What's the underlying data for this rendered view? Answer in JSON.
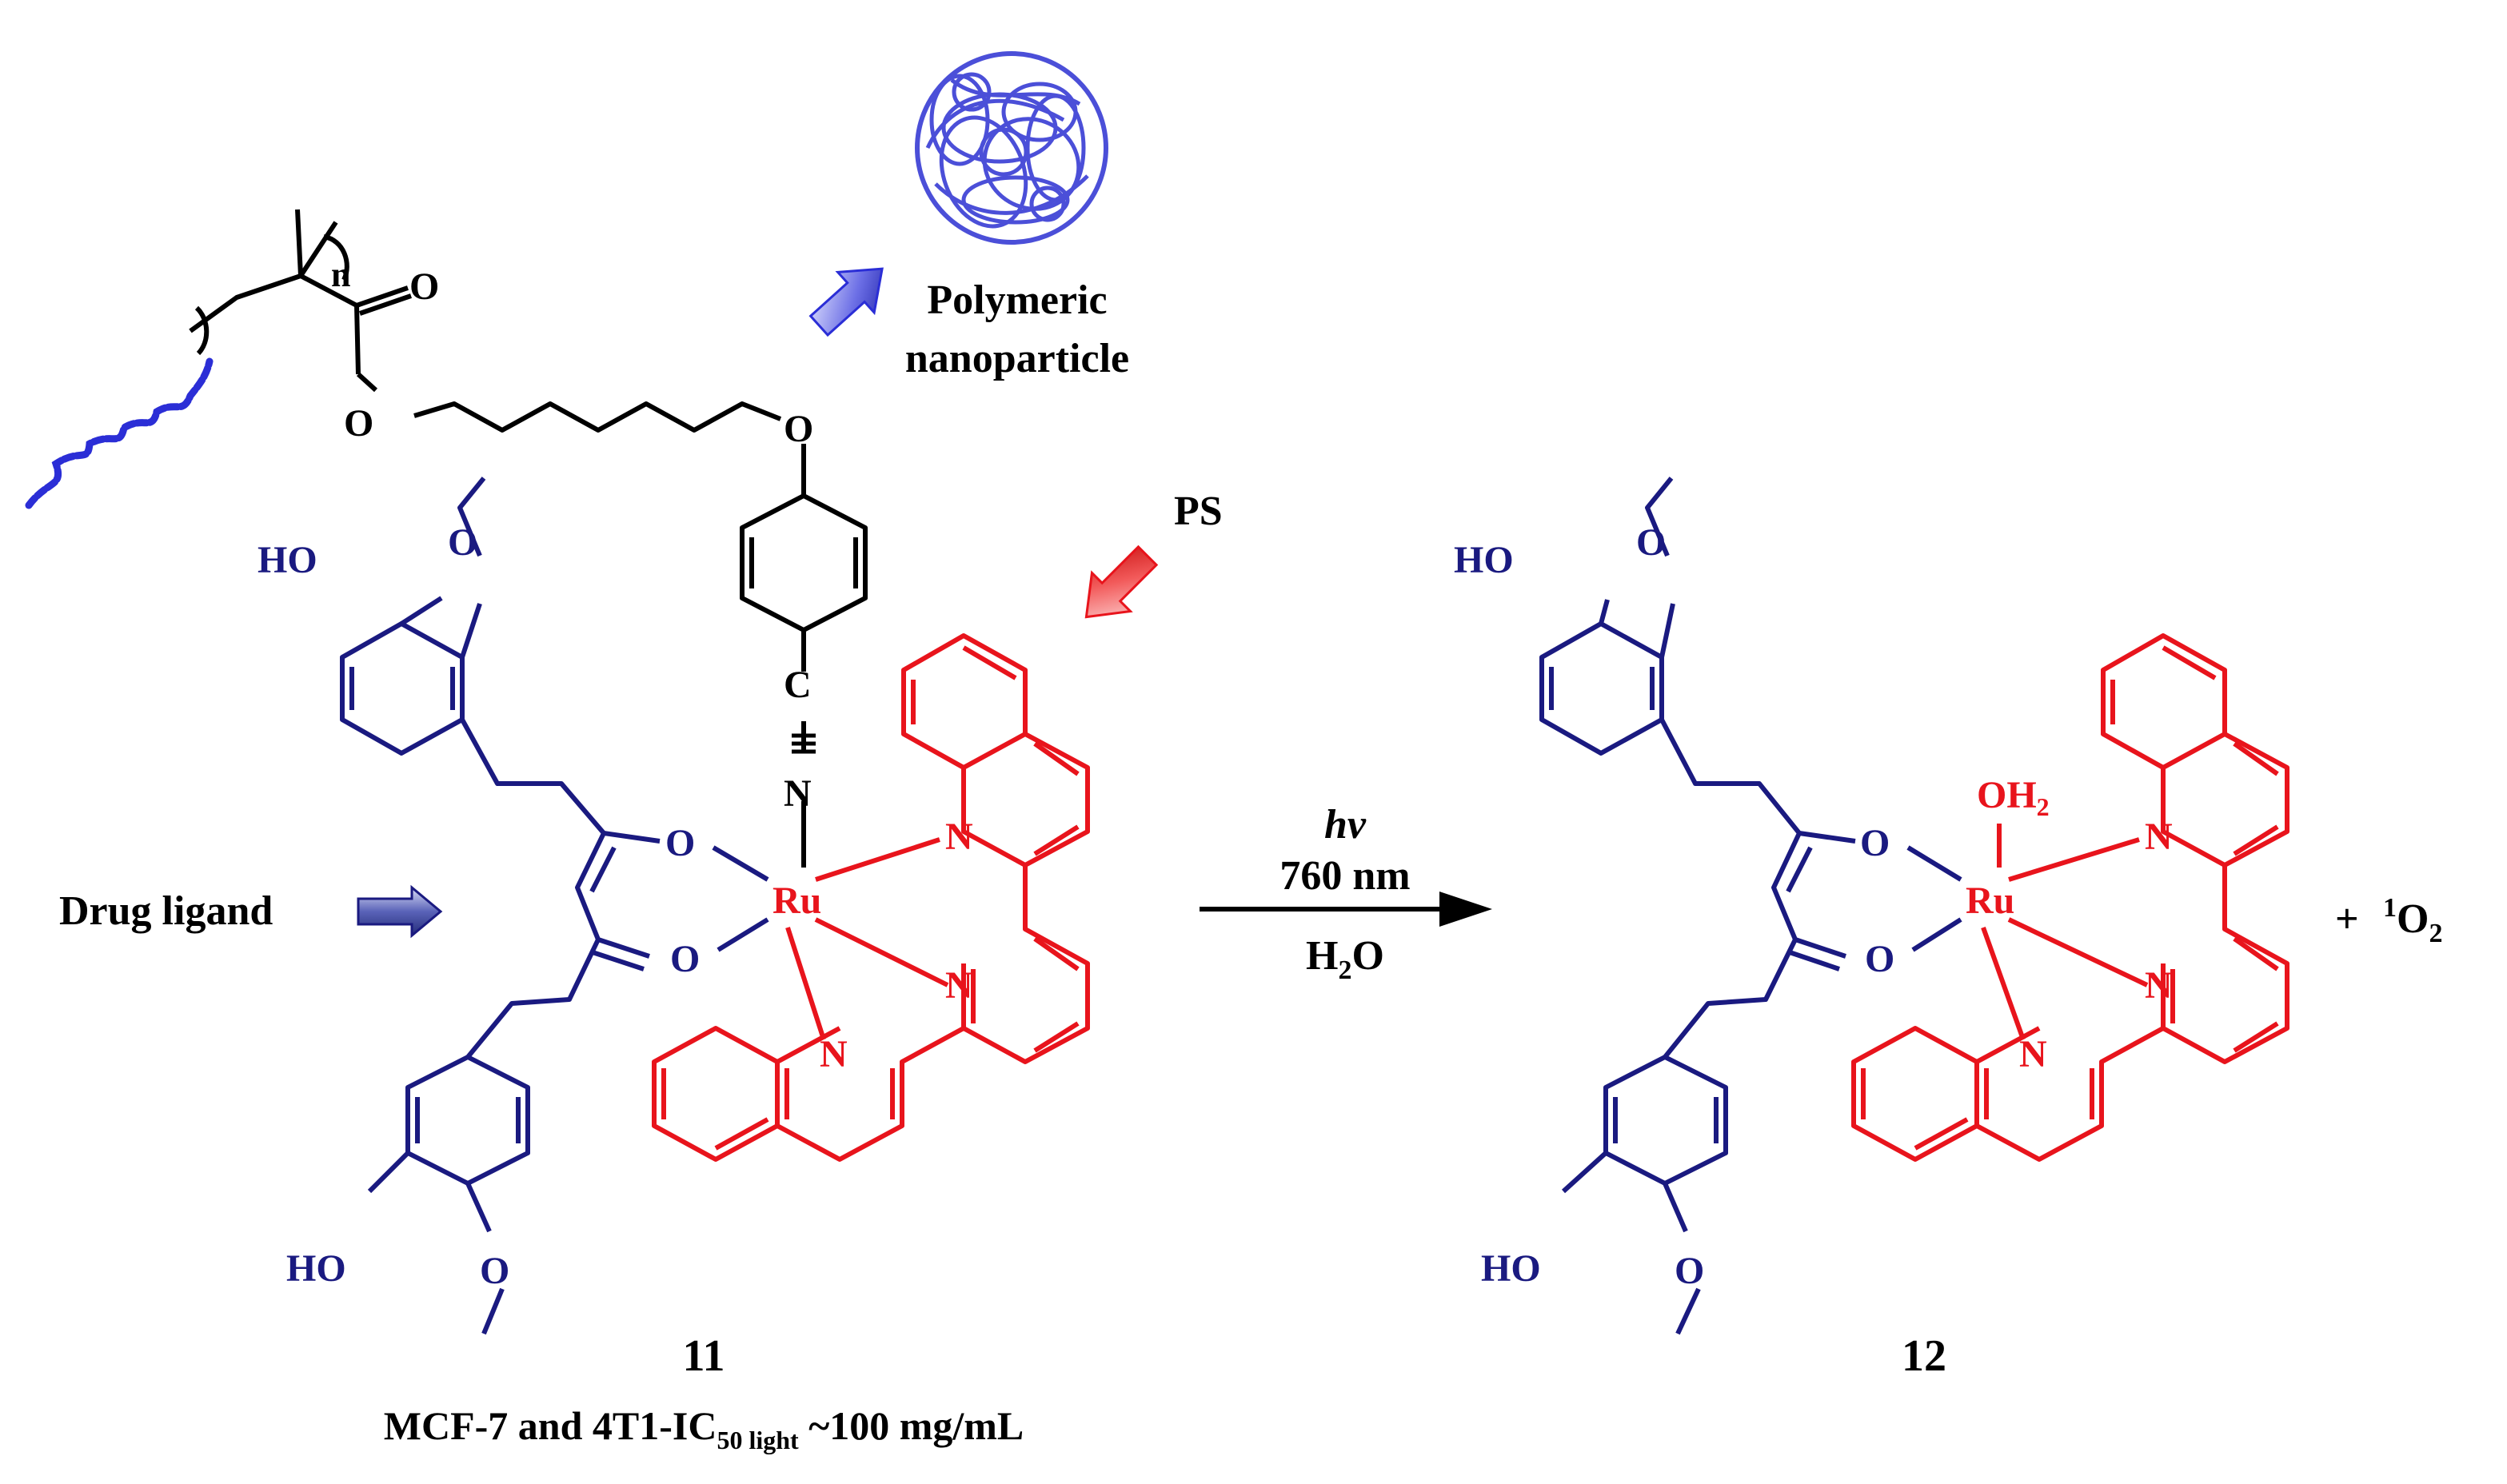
{
  "labels": {
    "polymeric_line1": "Polymeric",
    "polymeric_line2": "nanoparticle",
    "ps": "PS",
    "drug_ligand": "Drug ligand",
    "hv": "hv",
    "wavelength": "760 nm",
    "solvent_main": "H",
    "solvent_sub": "2",
    "solvent_end": "O",
    "plus": "+",
    "product_sup": "1",
    "product_main": "O",
    "product_sub": "2",
    "compound_11": "11",
    "compound_12": "12",
    "caption_a": "MCF-7 and 4T1-IC",
    "caption_sub": "50 light",
    "caption_b": " ~100 mg/mL",
    "n_repeat": "n"
  },
  "atoms": {
    "ho": "HO",
    "o": "O",
    "n": "N",
    "c": "C",
    "ru": "Ru",
    "oh2_main": "OH",
    "oh2_sub": "2"
  },
  "colors": {
    "drug_ligand": "#1a1a80",
    "photosensitizer": "#e8141c",
    "linker": "#000000",
    "polymer": "#2b2ed6",
    "nanoparticle": "#4b4fd8"
  },
  "icons": {
    "drug_arrow": "right-arrow",
    "ps_arrow": "down-left-arrow",
    "np_arrow": "up-right-arrow"
  }
}
